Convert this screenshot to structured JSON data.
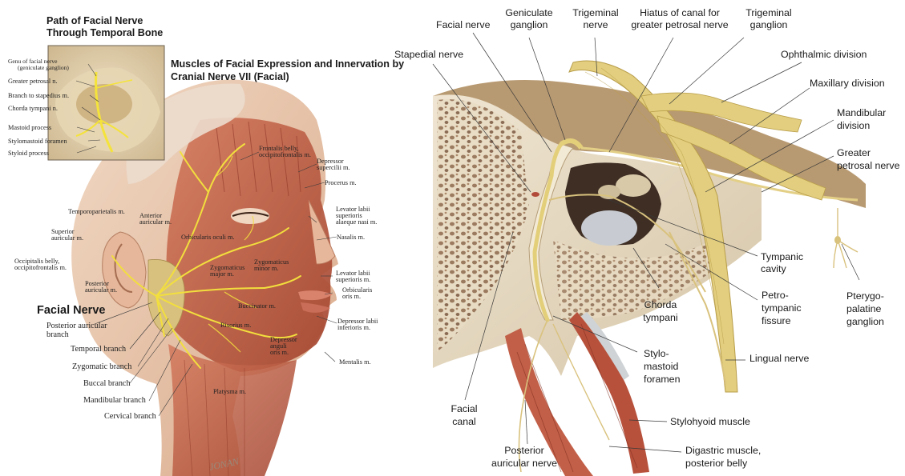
{
  "colors": {
    "muscle": "#c0644c",
    "muscle_dark": "#8a3222",
    "nerve": "#e9d84a",
    "nerve_right": "#e3cf86",
    "bone": "#e8dcc6",
    "skin": "#e2bfa2"
  },
  "left_panel": {
    "inset_title_1": "Path of Facial Nerve",
    "inset_title_2": "Through Temporal Bone",
    "main_title_1": "Muscles of Facial Expression and Innervation by",
    "main_title_2": "Cranial Nerve VII (Facial)",
    "inset_labels": {
      "genu_1": "Genu of facial nerve",
      "genu_2": "(geniculate ganglion)",
      "greater_petrosal": "Greater petrosal n.",
      "stapedius": "Branch to stapedius m.",
      "chorda": "Chorda tympani n.",
      "mastoid": "Mastoid process",
      "stylomastoid": "Stylomastoid foramen",
      "styloid": "Styloid process"
    },
    "muscle_labels": {
      "frontalis_1": "Frontalis belly,",
      "frontalis_2": "occipitofrontalis m.",
      "depressor_supercilii_1": "Depressor",
      "depressor_supercilii_2": "supercilii m.",
      "procerus": "Procerus m.",
      "temporoparietalis": "Temporoparietalis m.",
      "anterior_auricular_1": "Anterior",
      "anterior_auricular_2": "auricular m.",
      "superior_auricular_1": "Superior",
      "superior_auricular_2": "auricular m.",
      "orbicularis_oculi": "Orbicularis oculi m.",
      "levator_alaeque_1": "Levator labii",
      "levator_alaeque_2": "superioris",
      "levator_alaeque_3": "alaeque nasi m.",
      "nasalis": "Nasalis m.",
      "occipitalis_1": "Occipitalis belly,",
      "occipitalis_2": "occipitofrontalis m.",
      "zyg_major_1": "Zygomaticus",
      "zyg_major_2": "major m.",
      "zyg_minor_1": "Zygomaticus",
      "zyg_minor_2": "minor m.",
      "levator_sup_1": "Levator labii",
      "levator_sup_2": "superioris m.",
      "post_auricular_1": "Posterior",
      "post_auricular_2": "auricular m.",
      "orbicularis_oris_1": "Orbicularis",
      "orbicularis_oris_2": "oris m.",
      "buccinator": "Buccinator m.",
      "risorius": "Risorius m.",
      "depressor_labii_1": "Depressor labii",
      "depressor_labii_2": "inferioris m.",
      "depressor_anguli_1": "Depressor",
      "depressor_anguli_2": "anguli",
      "depressor_anguli_3": "oris m.",
      "mentalis": "Mentalis m.",
      "platysma": "Platysma m."
    },
    "facial_nerve_heading": "Facial Nerve",
    "branches": {
      "posterior_1": "Posterior auricular",
      "posterior_2": "branch",
      "temporal": "Temporal branch",
      "zygomatic": "Zygomatic branch",
      "buccal": "Buccal branch",
      "mandibular": "Mandibular branch",
      "cervical": "Cervical branch"
    }
  },
  "right_panel": {
    "labels": {
      "facial_nerve": "Facial nerve",
      "geniculate_1": "Geniculate",
      "geniculate_2": "ganglion",
      "trigeminal_nerve_1": "Trigeminal",
      "trigeminal_nerve_2": "nerve",
      "hiatus_1": "Hiatus of canal for",
      "hiatus_2": "greater petrosal nerve",
      "trigeminal_ganglion_1": "Trigeminal",
      "trigeminal_ganglion_2": "ganglion",
      "stapedial": "Stapedial nerve",
      "ophthalmic": "Ophthalmic division",
      "maxillary": "Maxillary division",
      "mandibular_1": "Mandibular",
      "mandibular_2": "division",
      "greater_petrosal_1": "Greater",
      "greater_petrosal_2": "petrosal nerve",
      "tympanic_1": "Tympanic",
      "tympanic_2": "cavity",
      "pterygo_1": "Pterygo-",
      "pterygo_2": "palatine",
      "pterygo_3": "ganglion",
      "petro_1": "Petro-",
      "petro_2": "tympanic",
      "petro_3": "fissure",
      "chorda_1": "Chorda",
      "chorda_2": "tympani",
      "stylomastoid_1": "Stylo-",
      "stylomastoid_2": "mastoid",
      "stylomastoid_3": "foramen",
      "lingual": "Lingual nerve",
      "facial_canal_1": "Facial",
      "facial_canal_2": "canal",
      "stylohyoid": "Stylohyoid muscle",
      "post_auricular_1": "Posterior",
      "post_auricular_2": "auricular nerve",
      "digastric_1": "Digastric muscle,",
      "digastric_2": "posterior belly"
    }
  }
}
